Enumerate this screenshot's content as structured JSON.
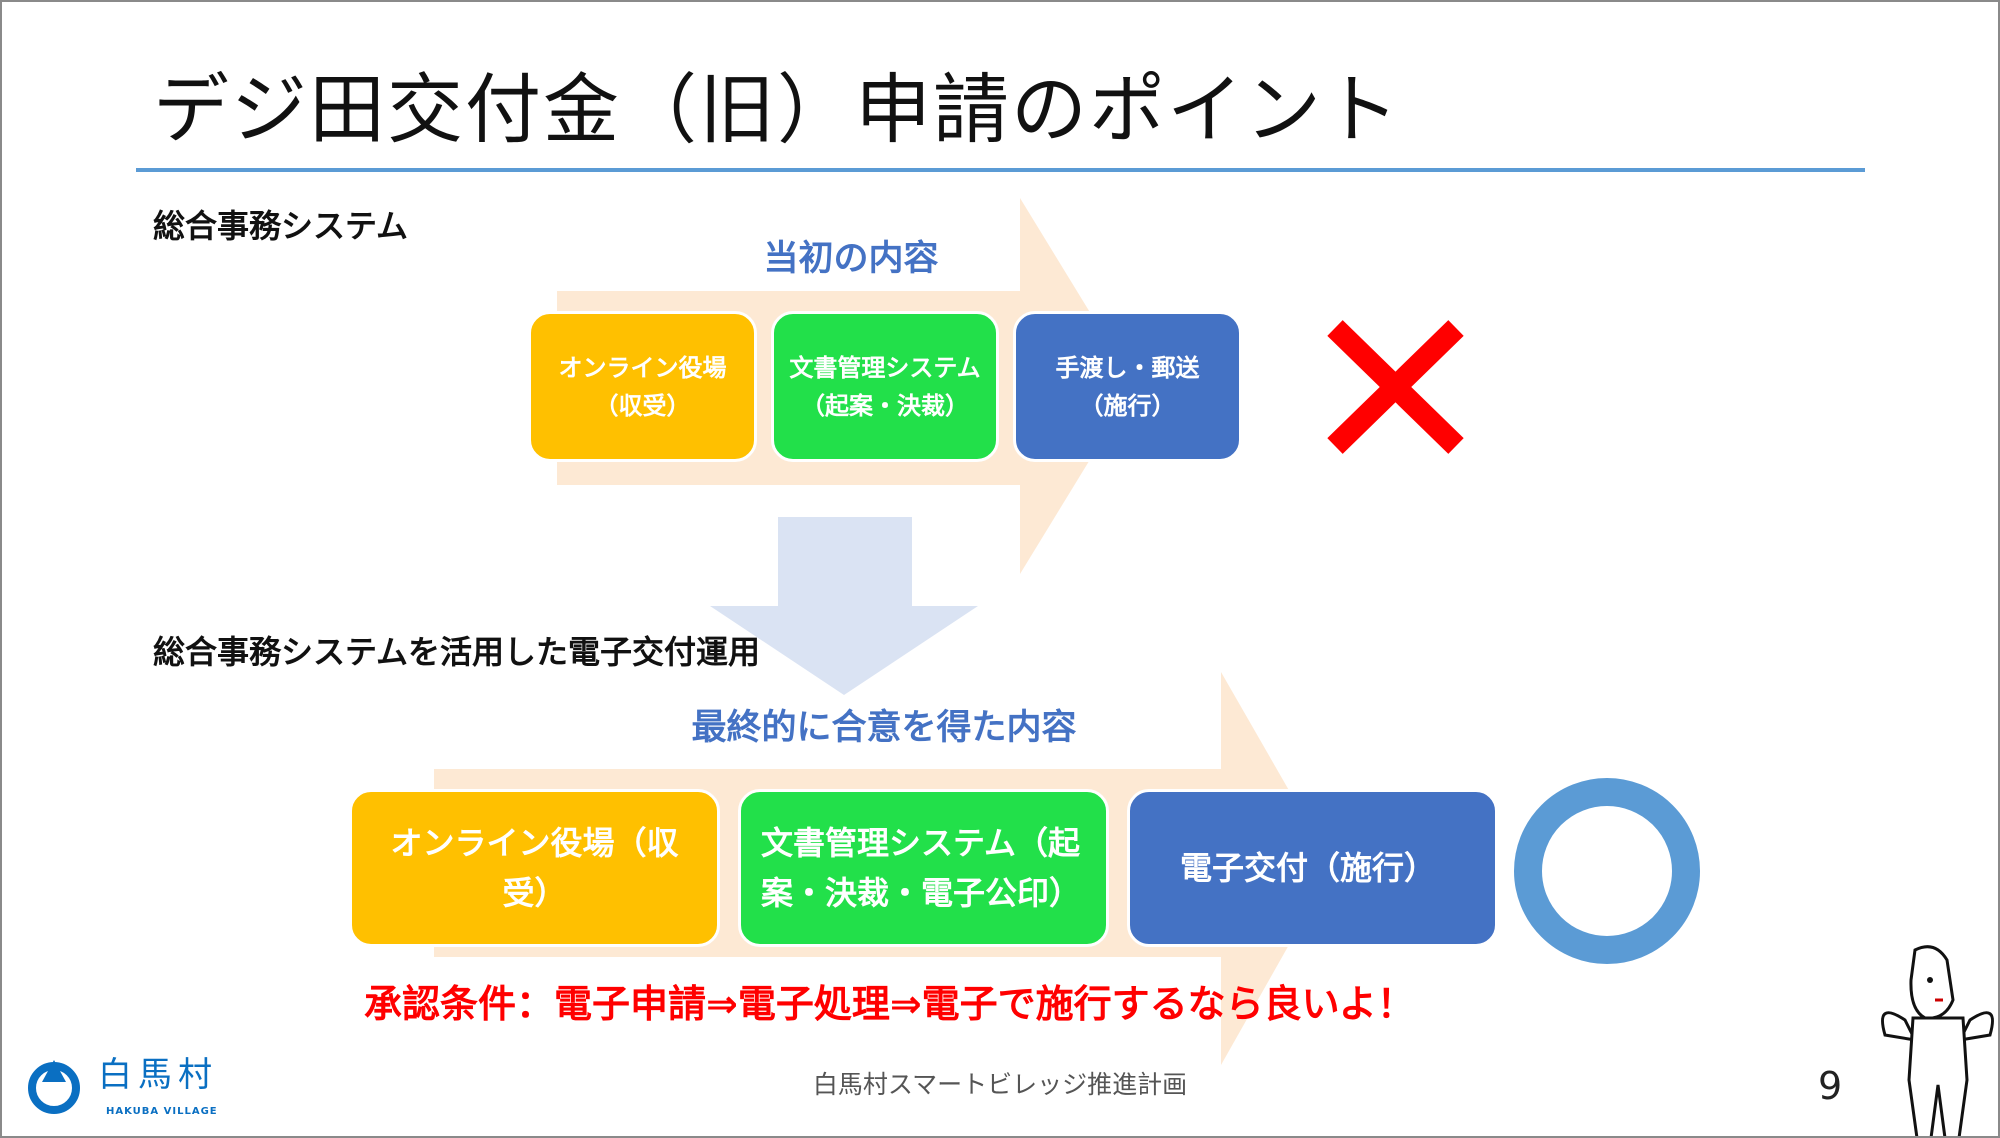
{
  "title": "デジ田交付金（旧）申請のポイント",
  "section1": {
    "heading": "総合事務システム",
    "subtitle": "当初の内容",
    "boxes": [
      {
        "line1": "オンライン役場",
        "line2": "（収受）"
      },
      {
        "line1": "文書管理システム",
        "line2": "（起案・決裁）"
      },
      {
        "line1": "手渡し・郵送",
        "line2": "（施行）"
      }
    ],
    "result_icon": "red-x-mark"
  },
  "section2": {
    "heading": "総合事務システムを活用した電子交付運用",
    "subtitle": "最終的に合意を得た内容",
    "boxes": [
      {
        "text": "オンライン役場（収受）"
      },
      {
        "text": "文書管理システム（起案・決裁・電子公印）"
      },
      {
        "text": "電子交付（施行）"
      }
    ],
    "result_icon": "blue-circle-mark"
  },
  "condition": "承認条件：電子申請⇒電子処理⇒電子で施行するなら良いよ！",
  "footer": {
    "logo_text": "白馬村",
    "logo_sub": "HAKUBA VILLAGE",
    "center": "白馬村スマートビレッジ推進計画",
    "page": "9"
  },
  "colors": {
    "accent": "#4472c4",
    "yellow": "#ffc000",
    "green": "#22e04a",
    "blue": "#4472c4",
    "red": "#ff0000",
    "arrow": "#fde9d4",
    "down_arrow": "#dae3f3",
    "circle": "#5b9bd5"
  }
}
